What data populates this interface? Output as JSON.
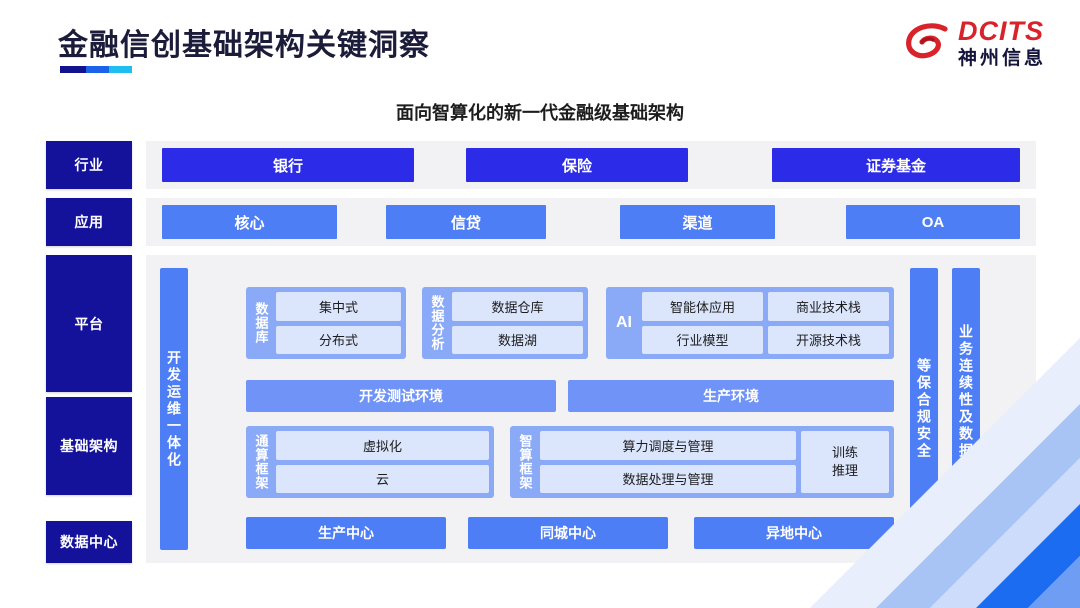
{
  "header": {
    "title": "金融信创基础架构关键洞察",
    "logo": {
      "en": "DCITS",
      "cn": "神州信息",
      "mark": "swoosh-logo-icon"
    }
  },
  "subtitle": "面向智算化的新一代金融级基础架构",
  "rail": {
    "industry": "行业",
    "application": "应用",
    "platform": "平台",
    "infrastructure": "基础架构",
    "datacenter": "数据中心"
  },
  "industry": {
    "items": [
      {
        "label": "银行"
      },
      {
        "label": "保险"
      },
      {
        "label": "证券基金"
      }
    ]
  },
  "application": {
    "items": [
      {
        "label": "核心"
      },
      {
        "label": "信贷"
      },
      {
        "label": "渠道"
      },
      {
        "label": "OA"
      }
    ]
  },
  "sidebars": {
    "devops": "开发运维一体化",
    "compliance": "等保合规安全",
    "continuity": "业务连续性及数据保护"
  },
  "platform": {
    "database": {
      "label": "数据库",
      "cells": [
        "集中式",
        "分布式"
      ]
    },
    "analytics": {
      "label": "数据分析",
      "cells": [
        "数据仓库",
        "数据湖"
      ]
    },
    "ai": {
      "label": "AI",
      "row1": [
        "智能体应用",
        "商业技术栈"
      ],
      "row2": [
        "行业模型",
        "开源技术栈"
      ]
    },
    "environments": [
      {
        "label": "开发测试环境"
      },
      {
        "label": "生产环境"
      }
    ]
  },
  "infrastructure": {
    "general": {
      "label": "通算框架",
      "cells": [
        "虚拟化",
        "云"
      ]
    },
    "intelligent": {
      "label": "智算框架",
      "cells": [
        "算力调度与管理",
        "数据处理与管理"
      ],
      "side": "训练\n推理",
      "side_line1": "训练",
      "side_line2": "推理"
    }
  },
  "datacenter": {
    "items": [
      {
        "label": "生产中心"
      },
      {
        "label": "同城中心"
      },
      {
        "label": "异地中心"
      }
    ]
  },
  "colors": {
    "navy": "#14119b",
    "industry_blue": "#2c2ce8",
    "app_blue": "#4d7ef5",
    "group_blue": "#8aa9f7",
    "cell_blue": "#dbe6fd",
    "panel_grey": "#f2f2f5",
    "logo_red": "#d8232a"
  }
}
